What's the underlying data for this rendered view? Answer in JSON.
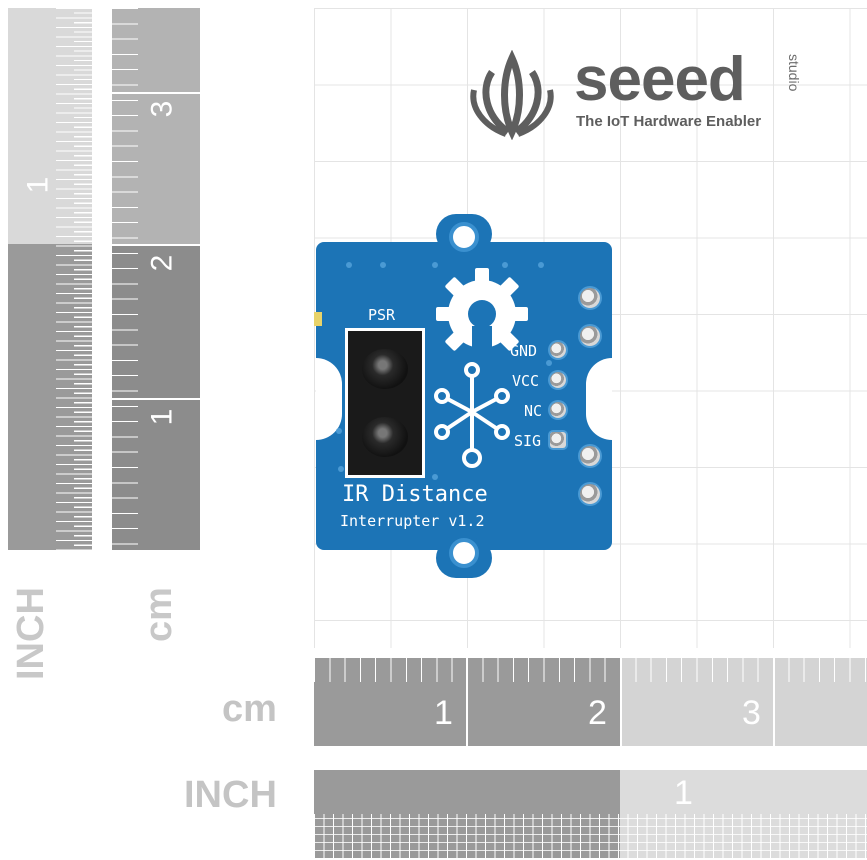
{
  "logo": {
    "brand": "seeed",
    "sub": "studio",
    "tagline": "The IoT Hardware Enabler"
  },
  "rulers": {
    "left_inch_label": "INCH",
    "left_cm_label": "cm",
    "bottom_cm_label": "cm",
    "bottom_inch_label": "INCH",
    "left_inch_numbers": [
      "1"
    ],
    "left_cm_numbers": [
      "3",
      "2",
      "1"
    ],
    "bottom_cm_numbers": [
      "1",
      "2",
      "3"
    ],
    "bottom_inch_numbers": [
      "1"
    ]
  },
  "board": {
    "sensor_label": "PSR",
    "pins": [
      "GND",
      "VCC",
      "NC",
      "SIG"
    ],
    "title": "IR Distance",
    "subtitle": "Interrupter v1.2",
    "colors": {
      "pcb": "#1c74b6",
      "silk": "#ffffff"
    }
  }
}
